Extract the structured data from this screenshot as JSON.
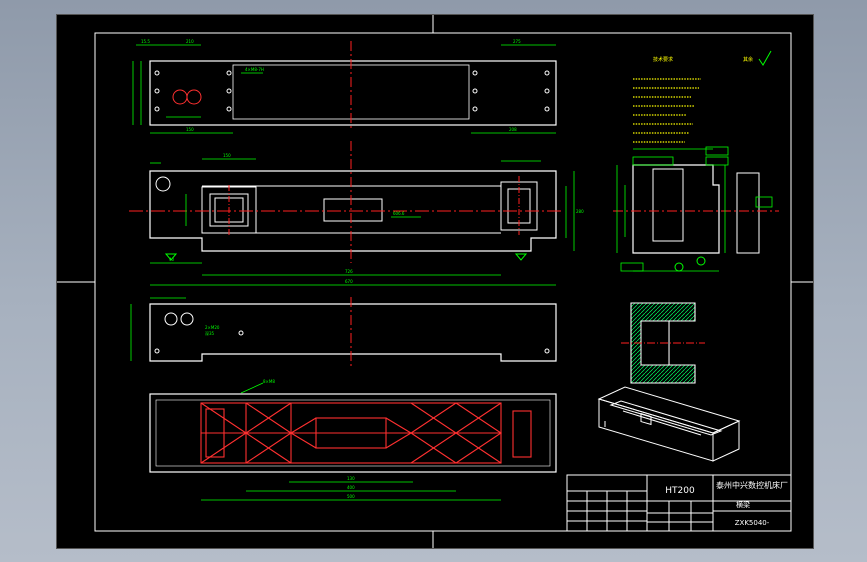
{
  "title_block": {
    "material": "HT200",
    "company": "泰州中兴数控机床厂",
    "part_name": "横梁",
    "drawing_no": "ZXK5040-"
  },
  "colors": {
    "background": "#000000",
    "frame": "#ffffff",
    "geometry": "#ffffff",
    "dimension": "#00ff00",
    "center_line": "#ff2020",
    "section": "#ff3030",
    "hatch": "#00ff66",
    "note": "#ffff00"
  }
}
